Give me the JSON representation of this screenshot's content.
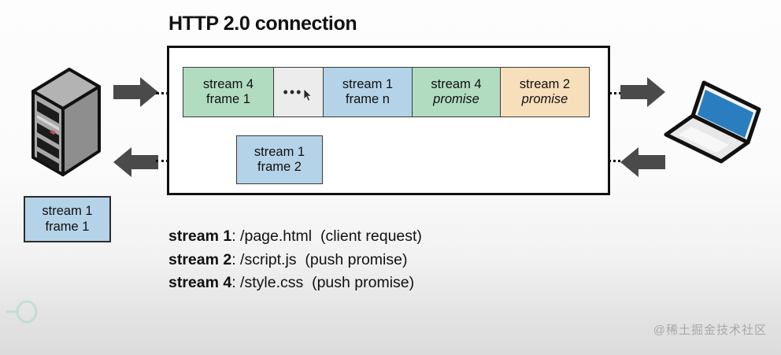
{
  "diagram": {
    "title": "HTTP 2.0 connection",
    "top_row_frames": [
      {
        "line1": "stream 4",
        "line2": "frame 1",
        "italic2": false,
        "color": "#b2dcc0",
        "kind": "green"
      },
      {
        "line1": "•••",
        "line2": "",
        "italic2": false,
        "color": "#ececec",
        "kind": "gap"
      },
      {
        "line1": "stream 1",
        "line2": "frame n",
        "italic2": false,
        "color": "#b5d3e8",
        "kind": "blue"
      },
      {
        "line1": "stream 4",
        "line2": "promise",
        "italic2": true,
        "color": "#b2dcc0",
        "kind": "green"
      },
      {
        "line1": "stream 2",
        "line2": "promise",
        "italic2": true,
        "color": "#f8dfbb",
        "kind": "orange"
      }
    ],
    "bottom_row_frames": [
      {
        "line1": "stream 1",
        "line2": "frame 2",
        "italic2": false,
        "color": "#b5d3e8",
        "kind": "blue"
      }
    ],
    "standalone_frame": {
      "line1": "stream 1",
      "line2": "frame 1",
      "italic2": false,
      "color": "#b5d3e8",
      "kind": "blue"
    },
    "legend": [
      {
        "label": "stream 1",
        "path": ": /page.html",
        "note": "(client request)"
      },
      {
        "label": "stream 2",
        "path": ": /script.js",
        "note": "(push promise)"
      },
      {
        "label": "stream 4",
        "path": ": /style.css",
        "note": "(push promise)"
      }
    ],
    "endpoints": {
      "left": "server-icon",
      "right": "laptop-icon"
    },
    "arrows": {
      "left_outbound": "arrow-right-icon",
      "left_inbound": "arrow-left-icon",
      "right_outbound": "arrow-right-icon",
      "right_inbound": "arrow-left-icon"
    },
    "colors": {
      "green": "#b2dcc0",
      "blue": "#b5d3e8",
      "orange": "#f8dfbb",
      "gap": "#ececec",
      "arrow": "#4a4a4a",
      "outline": "#111111"
    }
  },
  "watermark": {
    "text": "@稀土掘金技术社区"
  }
}
